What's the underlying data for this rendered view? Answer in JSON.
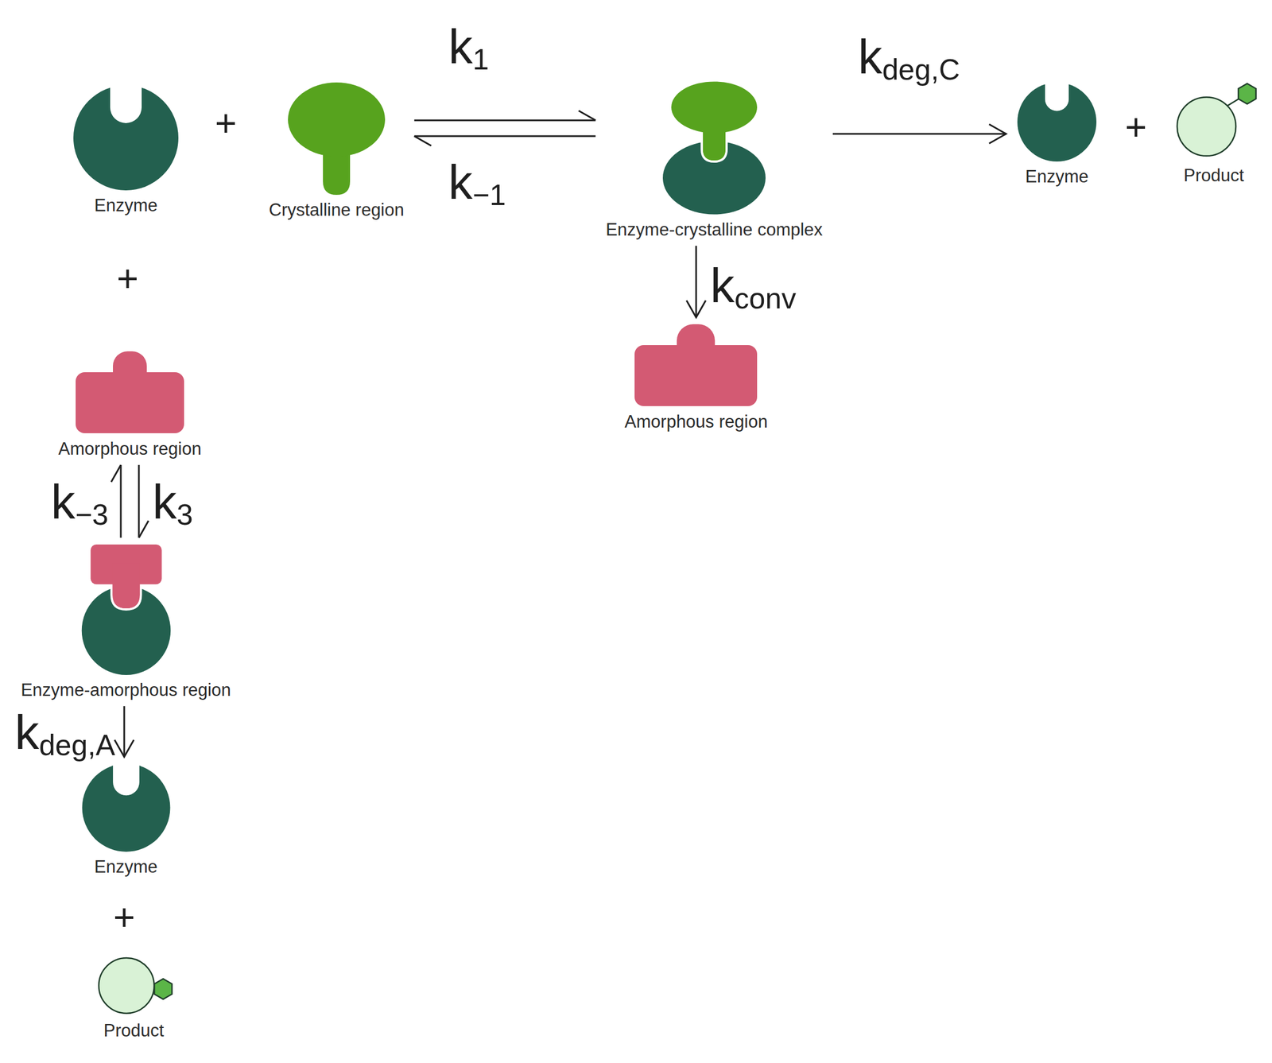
{
  "diagram": {
    "nodes": [
      {
        "text": [
          "Enzyme"
        ]
      },
      {
        "text": [
          "Crystalline region"
        ]
      },
      {
        "text": [
          "Enzyme-crystalline complex"
        ]
      },
      {
        "text": [
          "Enzyme"
        ]
      },
      {
        "text": [
          "Product"
        ]
      },
      {
        "text": [
          "Amorphous region"
        ]
      },
      {
        "text": [
          "Amorphous region"
        ]
      },
      {
        "text": [
          "Enzyme-amorphous region"
        ]
      },
      {
        "text": [
          "Enzyme"
        ]
      },
      {
        "text": [
          "Product"
        ]
      }
    ],
    "edges": [
      {
        "from": 1,
        "to": 2,
        "label": "k1",
        "arrow": "to"
      },
      {
        "from": 2,
        "to": 1,
        "label": "k−1",
        "arrow": "to"
      },
      {
        "from": 2,
        "to": 3,
        "label": "kdeg,C",
        "arrow": "to"
      },
      {
        "from": 2,
        "to": 5,
        "label": "kconv",
        "arrow": "to"
      },
      {
        "from": 6,
        "to": 7,
        "label": "k3",
        "arrow": "to"
      },
      {
        "from": 7,
        "to": 6,
        "label": "k−3",
        "arrow": "to"
      },
      {
        "from": 7,
        "to": 8,
        "label": "kdeg,A",
        "arrow": "to"
      }
    ],
    "labels": [
      "+",
      "+",
      "+",
      "+"
    ]
  }
}
